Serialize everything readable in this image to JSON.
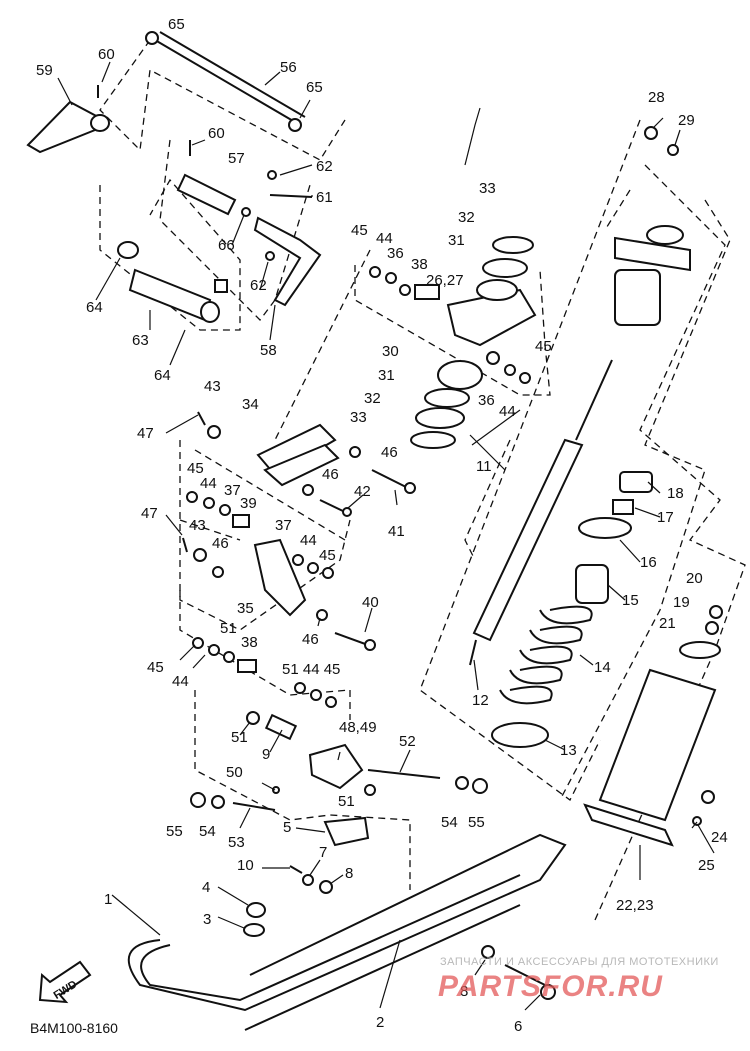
{
  "diagram_code": "B4M100-8160",
  "fwd_label": "FWD",
  "watermark": {
    "line": "ЗАПЧАСТИ И АКСЕССУАРЫ ДЛЯ МОТОТЕХНИКИ",
    "logo": "PARTSFOR.RU"
  },
  "part_labels": {
    "l65a": "65",
    "l60a": "60",
    "l59": "59",
    "l56": "56",
    "l65b": "65",
    "l28": "28",
    "l29": "29",
    "l60b": "60",
    "l57": "57",
    "l62a": "62",
    "l61": "61",
    "l66": "66",
    "l62b": "62",
    "l58": "58",
    "l64a": "64",
    "l63": "63",
    "l64b": "64",
    "l33a": "33",
    "l32a": "32",
    "l31a": "31",
    "l45a": "45",
    "l44a": "44",
    "l36a": "36",
    "l38a": "38",
    "l26_27": "26,27",
    "l45b": "45",
    "l30": "30",
    "l31b": "31",
    "l36b": "36",
    "l44b": "44",
    "l32b": "32",
    "l33b": "33",
    "l43a": "43",
    "l34": "34",
    "l47a": "47",
    "l46a": "46",
    "l46b": "46",
    "l11": "11",
    "l45c": "45",
    "l44c": "44",
    "l37a": "37",
    "l39": "39",
    "l42": "42",
    "l41": "41",
    "l18": "18",
    "l17": "17",
    "l47b": "47",
    "l43b": "43",
    "l37b": "37",
    "l44d": "44",
    "l45d": "45",
    "l46c": "46",
    "l16": "16",
    "l15": "15",
    "l20": "20",
    "l19": "19",
    "l35": "35",
    "l40": "40",
    "l21": "21",
    "l51a": "51",
    "l38b": "38",
    "l46d": "46",
    "l14": "14",
    "l45e": "45",
    "l44e": "44",
    "l51_44_45": "51 44 45",
    "l12": "12",
    "l51b": "51",
    "l48_49": "48,49",
    "l9": "9",
    "l52": "52",
    "l13": "13",
    "l50": "50",
    "l51c": "51",
    "l55a": "55",
    "l54a": "54",
    "l53": "53",
    "l5": "5",
    "l54b": "54",
    "l55b": "55",
    "l24": "24",
    "l25": "25",
    "l10": "10",
    "l7": "7",
    "l8a": "8",
    "l22_23": "22,23",
    "l1": "1",
    "l4": "4",
    "l3": "3",
    "l8b": "8",
    "l2": "2",
    "l6": "6"
  }
}
